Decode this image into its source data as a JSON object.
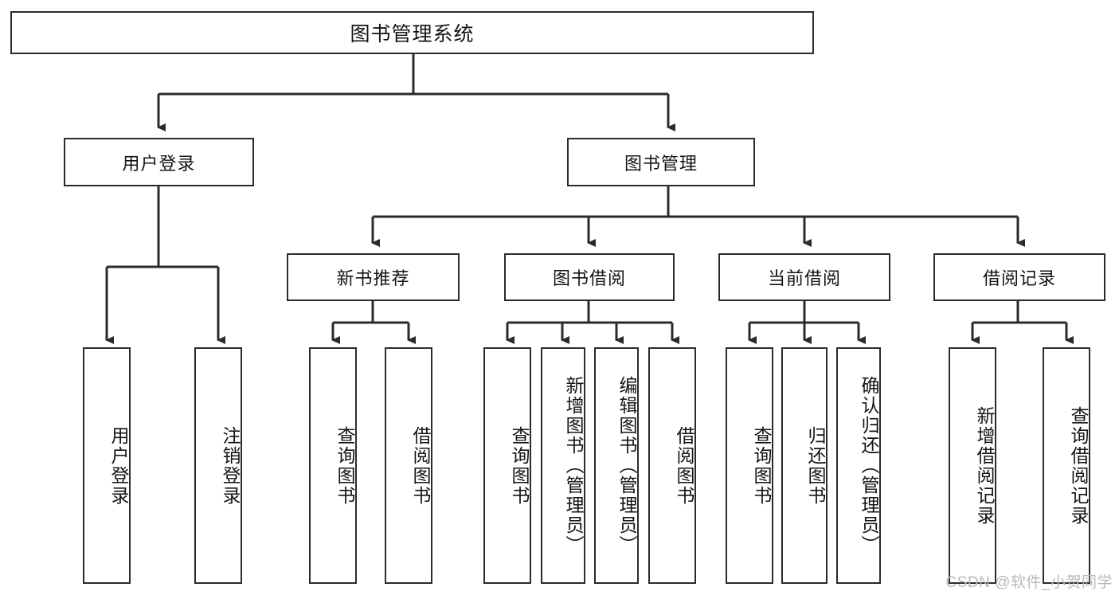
{
  "diagram": {
    "title": "图书管理系统",
    "type": "hierarchy-tree",
    "root": {
      "label": "图书管理系统"
    },
    "level2": [
      {
        "label": "用户登录"
      },
      {
        "label": "图书管理"
      }
    ],
    "level3": [
      {
        "label": "新书推荐"
      },
      {
        "label": "图书借阅"
      },
      {
        "label": "当前借阅"
      },
      {
        "label": "借阅记录"
      }
    ],
    "leaves": {
      "user_login": [
        {
          "label": "用户登录"
        },
        {
          "label": "注销登录"
        }
      ],
      "new_book_recommend": [
        {
          "label": "查询图书"
        },
        {
          "label": "借阅图书"
        }
      ],
      "book_borrow": [
        {
          "label": "查询图书"
        },
        {
          "label": "新增图书（管理员）"
        },
        {
          "label": "编辑图书（管理员）"
        },
        {
          "label": "借阅图书"
        }
      ],
      "current_borrow": [
        {
          "label": "查询图书"
        },
        {
          "label": "归还图书"
        },
        {
          "label": "确认归还（管理员）"
        }
      ],
      "borrow_record": [
        {
          "label": "新增借阅记录"
        },
        {
          "label": "查询借阅记录"
        }
      ]
    }
  },
  "watermark": {
    "text": "CSDN @软件_小贺同学"
  },
  "colors": {
    "stroke": "#2b2b2b",
    "text": "#141414",
    "background": "#ffffff",
    "watermark": "#b9b9b9"
  }
}
